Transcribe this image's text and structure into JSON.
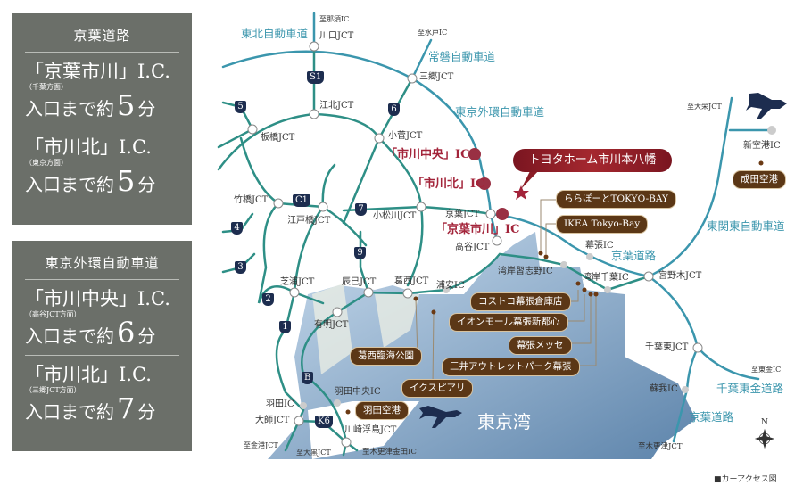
{
  "panels": [
    {
      "header": "京葉道路",
      "items": [
        {
          "ic": "「京葉市川」I.C.",
          "dir": "（千葉方面）",
          "time_prefix": "入口まで約",
          "minutes": "5",
          "unit": "分"
        },
        {
          "ic": "「市川北」I.C.",
          "dir": "（東京方面）",
          "time_prefix": "入口まで約",
          "minutes": "5",
          "unit": "分"
        }
      ]
    },
    {
      "header": "東京外環自動車道",
      "items": [
        {
          "ic": "「市川中央」I.C.",
          "dir": "（高谷JCT方面）",
          "time_prefix": "入口まで約",
          "minutes": "6",
          "unit": "分"
        },
        {
          "ic": "「市川北」I.C.",
          "dir": "（三郷JCT方面）",
          "time_prefix": "入口まで約",
          "minutes": "7",
          "unit": "分"
        }
      ]
    }
  ],
  "roads": [
    "東北自動車道",
    "常磐自動車道",
    "東京外環自動車道",
    "京葉道路",
    "東関東自動車道",
    "千葉東金道路",
    "京葉道路"
  ],
  "place_labels": [
    "至那須IC",
    "川口JCT",
    "至水戸IC",
    "三郷JCT",
    "江北JCT",
    "板橋JCT",
    "小菅JCT",
    "竹橋JCT",
    "江戸橋JCT",
    "小松川JCT",
    "京葉JCT",
    "高谷JCT",
    "芝浦JCT",
    "辰巳JCT",
    "葛西JCT",
    "浦安IC",
    "有明JCT",
    "湾岸習志野IC",
    "幕張IC",
    "湾岸千葉IC",
    "宮野木JCT",
    "至大栄JCT",
    "新空港IC",
    "千葉東JCT",
    "至東金IC",
    "蘇我IC",
    "至木更津JCT",
    "羽田IC",
    "羽田中央IC",
    "大師JCT",
    "川崎浮島JCT",
    "至金港JCT",
    "至大黒JCT",
    "至木更津金田IC"
  ],
  "ic_highlights": [
    "「市川中央」IC",
    "「市川北」IC",
    "「京葉市川」IC"
  ],
  "route_shields": [
    "S1",
    "5",
    "6",
    "C1",
    "7",
    "4",
    "9",
    "3",
    "2",
    "1",
    "B",
    "K6"
  ],
  "property": "トヨタホーム市川本八幡",
  "facilities": [
    "ららぽーとTOKYO-BAY",
    "IKEA Tokyo-Bay",
    "コストコ幕張倉庫店",
    "イオンモール幕張新都心",
    "幕張メッセ",
    "三井アウトレットパーク幕張",
    "葛西臨海公園",
    "イクスピアリ",
    "羽田空港",
    "成田空港"
  ],
  "bay_label": "東京湾",
  "compass": "N",
  "legend": "■カーアクセス図",
  "colors": {
    "panel": "#6b6f69",
    "expressway": "#3b96ad",
    "shutoko": "#2e8f86",
    "shield": "#1d2d4f",
    "facility": "#5b3716",
    "highlight": "#a3243a"
  }
}
